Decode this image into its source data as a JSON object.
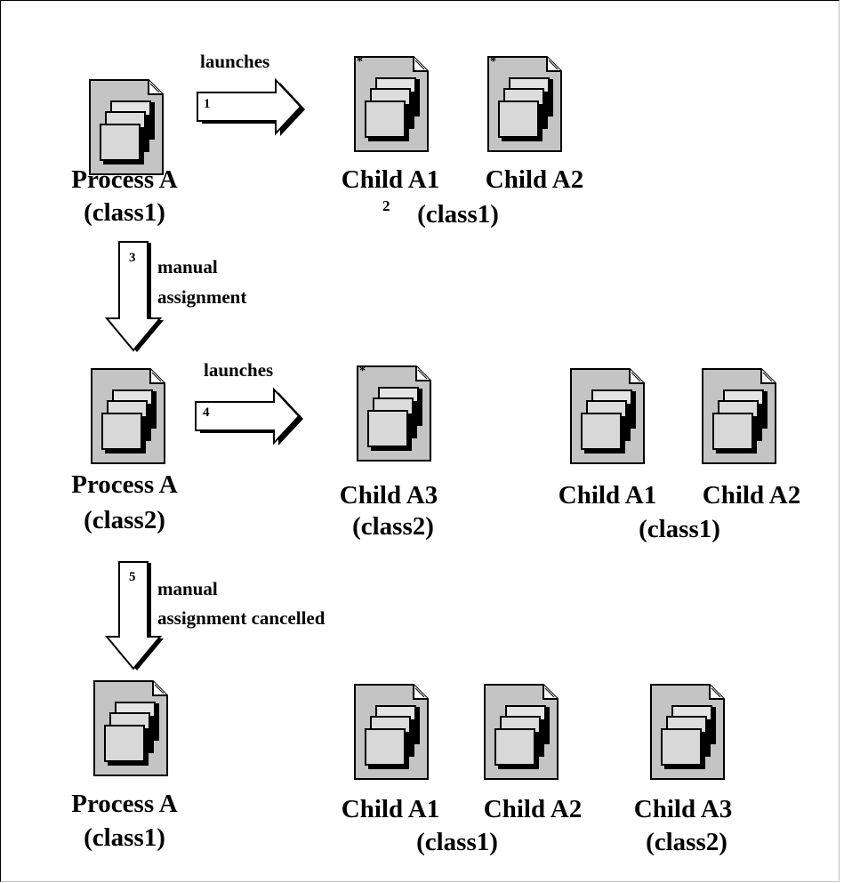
{
  "steps": {
    "s1": {
      "number": "1",
      "label": "launches"
    },
    "s2": {
      "number": "2"
    },
    "s3": {
      "number": "3",
      "label_line1": "manual",
      "label_line2": "assignment"
    },
    "s4": {
      "number": "4",
      "label": "launches"
    },
    "s5": {
      "number": "5",
      "label_line1": "manual",
      "label_line2": "assignment cancelled"
    }
  },
  "row1": {
    "process": {
      "name": "Process A",
      "class": "(class1)"
    },
    "child_a1": {
      "name": "Child A1",
      "marker": "*"
    },
    "child_a2": {
      "name": "Child A2",
      "marker": "*"
    },
    "children_class": "(class1)"
  },
  "row2": {
    "process": {
      "name": "Process A",
      "class": "(class2)"
    },
    "child_a3": {
      "name": "Child A3",
      "class": "(class2)",
      "marker": "*"
    },
    "child_a1": {
      "name": "Child A1"
    },
    "child_a2": {
      "name": "Child A2"
    },
    "children_class": "(class1)"
  },
  "row3": {
    "process": {
      "name": "Process A",
      "class": "(class1)"
    },
    "child_a1": {
      "name": "Child A1"
    },
    "child_a2": {
      "name": "Child A2"
    },
    "children_class": "(class1)",
    "child_a3": {
      "name": "Child A3",
      "class": "(class2)"
    }
  }
}
